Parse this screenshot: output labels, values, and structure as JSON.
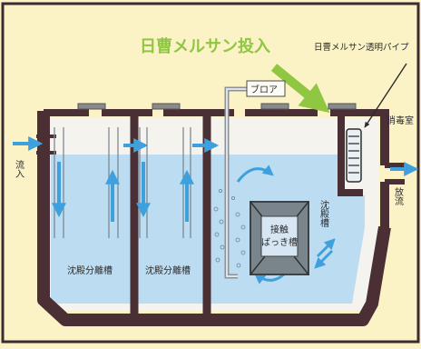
{
  "title": "日曹メルサン投入",
  "labels": {
    "pipe": "日曹メルサン透明パイプ",
    "blower": "ブロア",
    "disinfection": "消毒室",
    "inflow": "流入",
    "outflow": "放流",
    "chamber1": "沈殿分離槽",
    "chamber2": "沈殿分離槽",
    "contact_line1": "接触",
    "contact_line2": "ばっき槽",
    "sedimentation": "沈殿槽"
  },
  "colors": {
    "background": "#fbf3c6",
    "frame": "#3d2b32",
    "wall": "#4a2f35",
    "water": "#bcdcf2",
    "air": "#f4f3ee",
    "arrow": "#3ea0dc",
    "title": "#8fc642"
  }
}
